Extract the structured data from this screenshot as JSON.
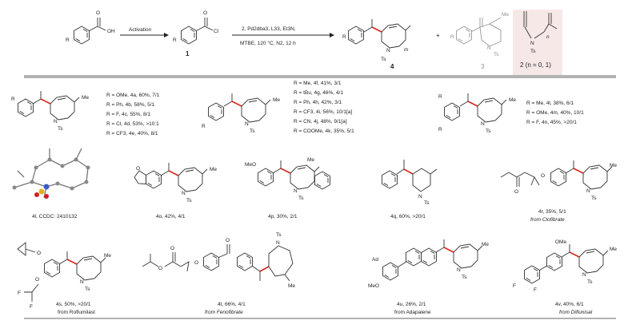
{
  "scheme": {
    "arrow_above": "Activation",
    "conditions_top": "2, Pd2dba3, L33, Et3N,",
    "conditions_bottom": "MTBE, 120 °C, N2, 12 h",
    "plus": "+",
    "cmpd1": "1",
    "cmpd4": "4",
    "cmpd3": "3",
    "cmpd2": "2 (n = 0, 1)",
    "atom_R": "R",
    "atom_O": "O",
    "atom_OH": "OH",
    "atom_Cl": "Cl",
    "atom_N": "N",
    "atom_Ts": "Ts",
    "atom_Me": "Me",
    "atom_m": "m",
    "atom_n": "n"
  },
  "row1": {
    "group_a": [
      "R = OMe, 4a, 60%, 7/1",
      "R = Ph, 4b, 58%, 5/1",
      "R = F, 4c, 55%, 8/1",
      "R = Cl, 4d, 53%, >10:1",
      "R = CF3, 4e, 40%, 8/1"
    ],
    "group_b": [
      "R = Me, 4f, 41%, 3/1",
      "R = tBu, 4g, 46%, 4/1",
      "R = Ph, 4h, 42%, 3/1",
      "R = CF3, 4i, 56%, 10/1[a]",
      "R = CN, 4j, 48%, 9/1[a]",
      "R = COOMe, 4k, 35%, 5/1"
    ],
    "group_c": [
      "R = Me, 4l, 38%, 6/1",
      "R = OMe, 4m, 40%, 10/1",
      "R = F, 4n, 45%, >20/1"
    ]
  },
  "row2": {
    "xray": "4l, CCDC: 2410132",
    "o": "4o, 42%, 4/1",
    "p": "4p, 30%, 2/1",
    "q": "4q, 60%, >20/1",
    "r": "4r, 35%, 5/1",
    "r_from": "from Clofibrate",
    "atom_MeO": "MeO",
    "atom_O": "O"
  },
  "row3": {
    "s": "4s, 50%, >20/1",
    "s_from": "from Roflumilast",
    "t": "4t, 66%, 4/1",
    "t_from": "from Fenofibrate",
    "u": "4u, 26%, 2/1",
    "u_from": "from Adapalene",
    "v": "4v, 40%, 6/1",
    "v_from": "from Diflunisal",
    "atom_F": "F",
    "atom_Ad": "Ad",
    "atom_MeO": "MeO",
    "atom_OMe": "OMe",
    "atom_O": "O"
  },
  "colors": {
    "highlight_bond": "#d9261c",
    "reagent_box": "#f7e8e8"
  }
}
